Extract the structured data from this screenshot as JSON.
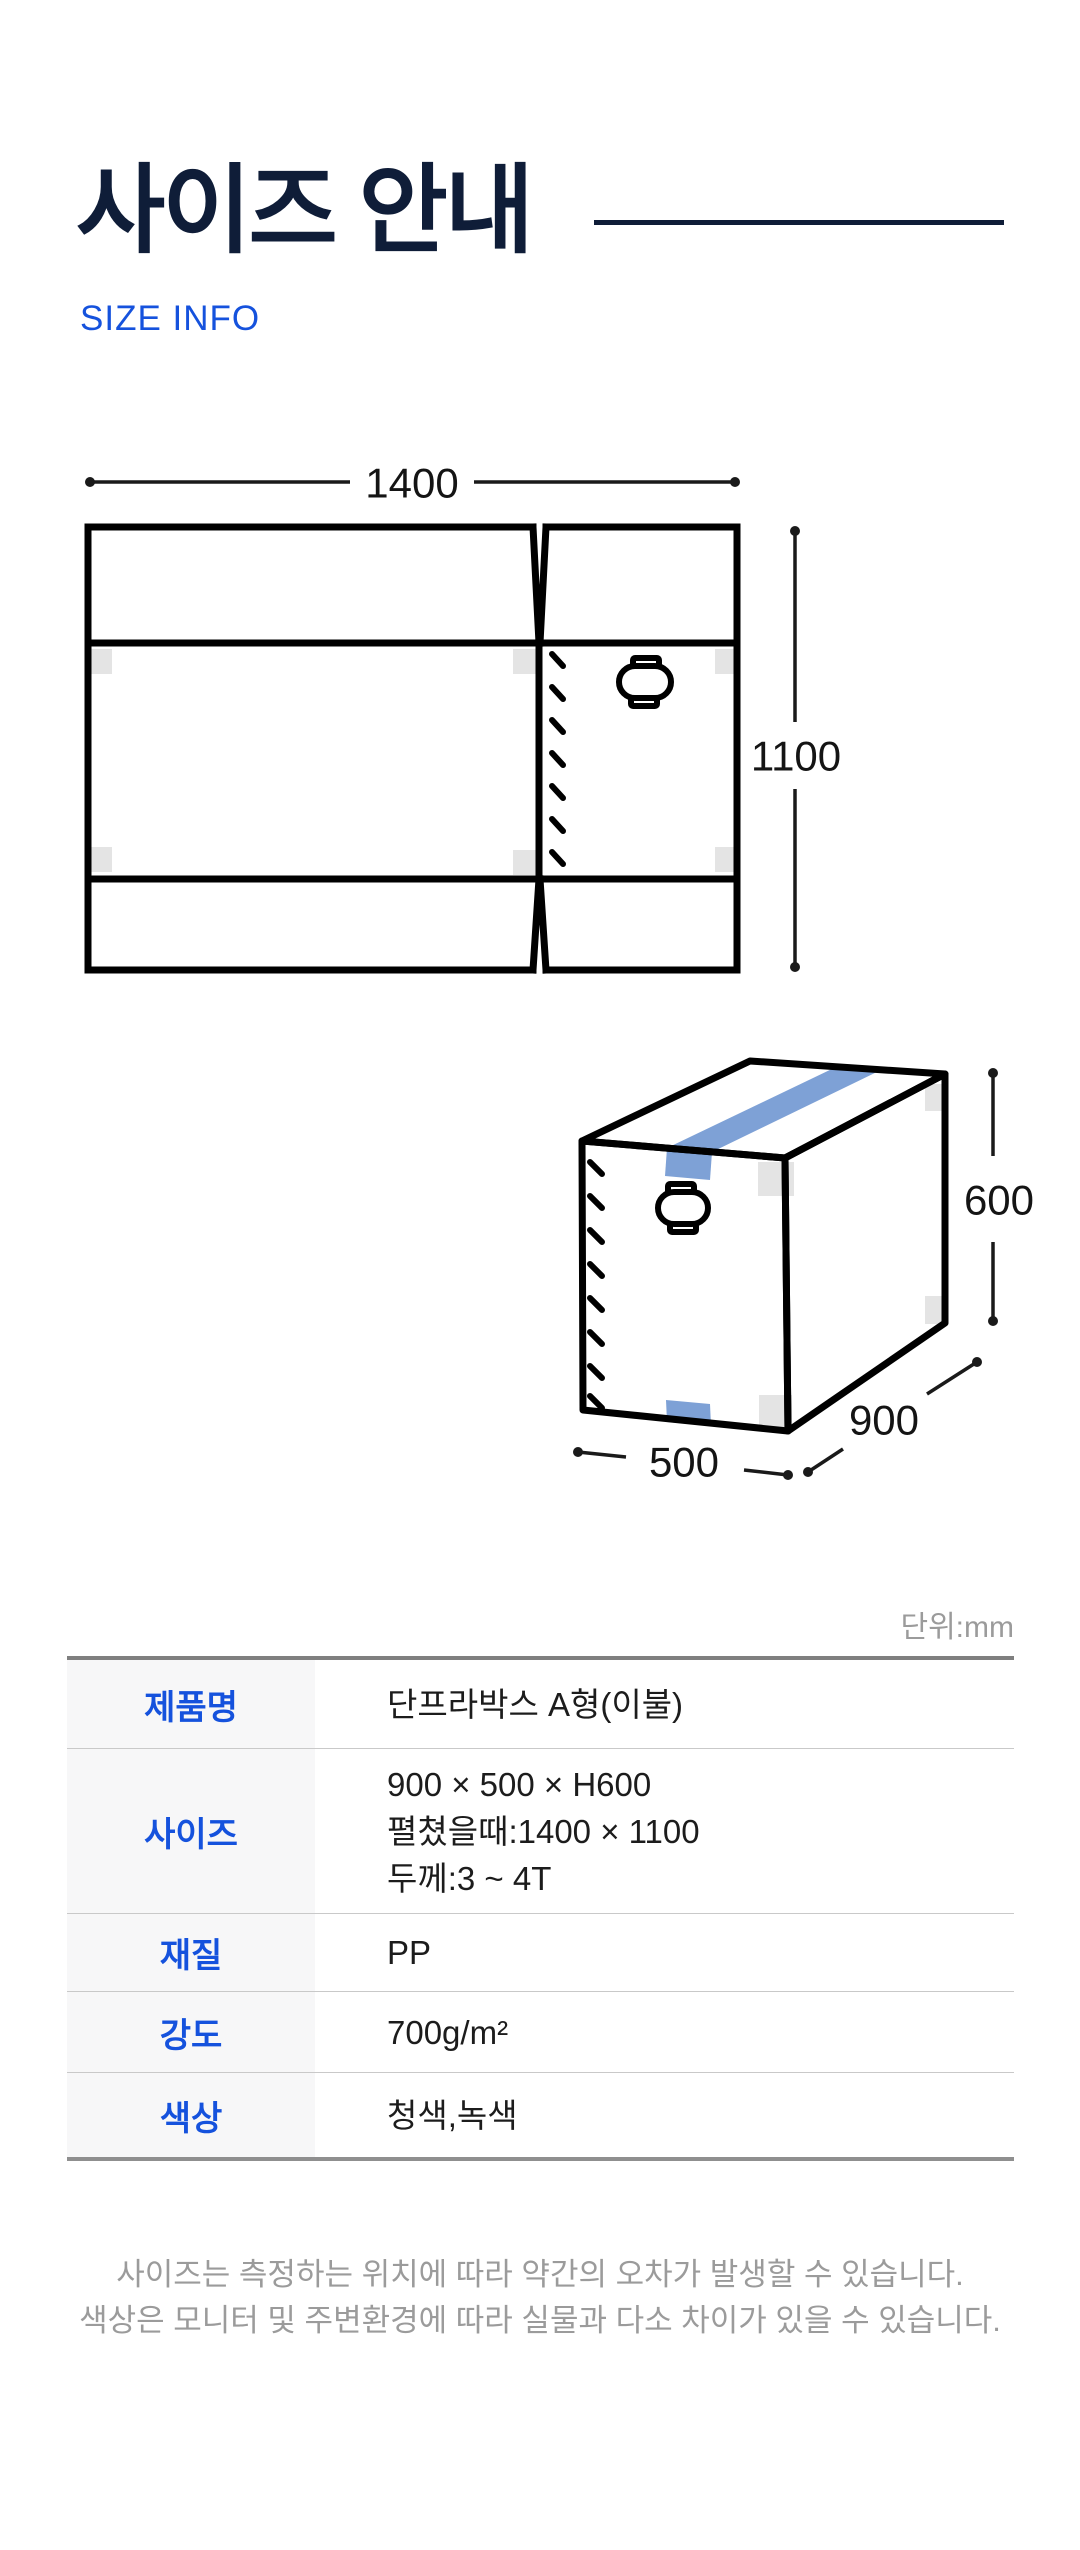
{
  "header": {
    "title": "사이즈 안내",
    "subtitle": "SIZE INFO"
  },
  "diagrams": {
    "unfolded": {
      "width_mm": "1400",
      "height_mm": "1100"
    },
    "assembled": {
      "height_mm": "600",
      "depth_mm": "900",
      "width_mm": "500"
    }
  },
  "unit_note": "단위:mm",
  "spec_table": {
    "rows": [
      {
        "label": "제품명",
        "value": "단프라박스 A형(이불)"
      },
      {
        "label": "사이즈",
        "value_lines": [
          "900 × 500 × H600",
          "펼쳤을때:1400 × 1100",
          "두께:3 ~ 4T"
        ]
      },
      {
        "label": "재질",
        "value": "PP"
      },
      {
        "label": "강도",
        "value": "700g/m²"
      },
      {
        "label": "색상",
        "value": "청색,녹색"
      }
    ]
  },
  "footer_notes": [
    "사이즈는 측정하는 위치에 따라 약간의 오차가 발생할 수 있습니다.",
    "색상은 모니터 및 주변환경에 따라 실물과 다소 차이가 있을 수 있습니다."
  ],
  "colors": {
    "title_navy": "#0f1d38",
    "accent_blue": "#1552dd",
    "tape_blue": "#7ea1d6",
    "corner_gray": "#e4e4e4",
    "note_gray": "#9b9b9b",
    "table_top_border": "#7f7f7f"
  }
}
